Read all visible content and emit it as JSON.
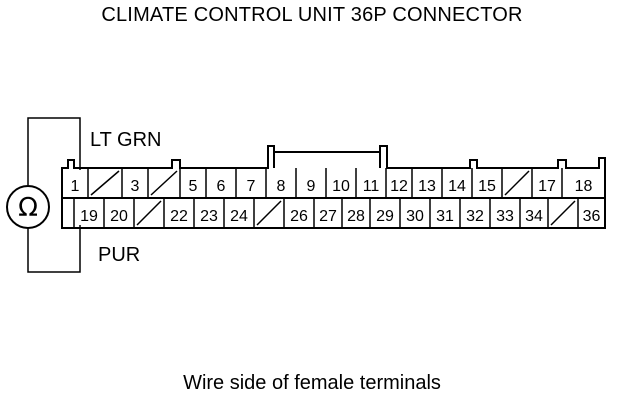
{
  "title": "CLIMATE CONTROL UNIT 36P CONNECTOR",
  "caption": "Wire side of female terminals",
  "meter_symbol": "Ω",
  "wire_labels": {
    "top": "LT GRN",
    "bottom": "PUR"
  },
  "connector": {
    "row1": [
      {
        "label": "1",
        "blank": false
      },
      {
        "label": "",
        "blank": true
      },
      {
        "label": "3",
        "blank": false
      },
      {
        "label": "",
        "blank": true
      },
      {
        "label": "5",
        "blank": false
      },
      {
        "label": "6",
        "blank": false
      },
      {
        "label": "7",
        "blank": false
      },
      {
        "label": "8",
        "blank": false
      },
      {
        "label": "9",
        "blank": false
      },
      {
        "label": "10",
        "blank": false
      },
      {
        "label": "11",
        "blank": false
      },
      {
        "label": "12",
        "blank": false
      },
      {
        "label": "13",
        "blank": false
      },
      {
        "label": "14",
        "blank": false
      },
      {
        "label": "15",
        "blank": false
      },
      {
        "label": "",
        "blank": true
      },
      {
        "label": "17",
        "blank": false
      },
      {
        "label": "18",
        "blank": false
      }
    ],
    "row2": [
      {
        "label": "",
        "blank": false
      },
      {
        "label": "19",
        "blank": false
      },
      {
        "label": "20",
        "blank": false
      },
      {
        "label": "",
        "blank": true
      },
      {
        "label": "22",
        "blank": false
      },
      {
        "label": "23",
        "blank": false
      },
      {
        "label": "24",
        "blank": false
      },
      {
        "label": "",
        "blank": true
      },
      {
        "label": "26",
        "blank": false
      },
      {
        "label": "27",
        "blank": false
      },
      {
        "label": "28",
        "blank": false
      },
      {
        "label": "29",
        "blank": false
      },
      {
        "label": "30",
        "blank": false
      },
      {
        "label": "31",
        "blank": false
      },
      {
        "label": "32",
        "blank": false
      },
      {
        "label": "33",
        "blank": false
      },
      {
        "label": "34",
        "blank": false
      },
      {
        "label": "",
        "blank": true
      },
      {
        "label": "36",
        "blank": false
      }
    ]
  }
}
